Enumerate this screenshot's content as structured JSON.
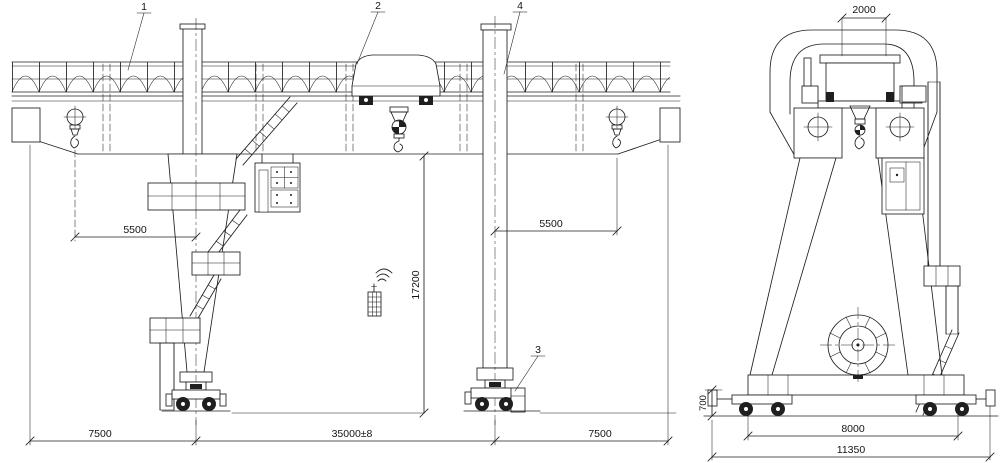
{
  "front_view": {
    "labels": {
      "girder": "1",
      "trolley": "2",
      "travel_bogie": "3",
      "leg": "4"
    },
    "dims": {
      "left_hook_approach": "5500",
      "right_hook_approach": "5500",
      "rail_to_girder_height": "17200",
      "left_cantilever": "7500",
      "span": "35000±8",
      "right_cantilever": "7500"
    }
  },
  "side_view": {
    "dims": {
      "trolley_gauge": "2000",
      "buffer_height": "700",
      "wheel_base": "8000",
      "overall_width": "11350"
    }
  }
}
